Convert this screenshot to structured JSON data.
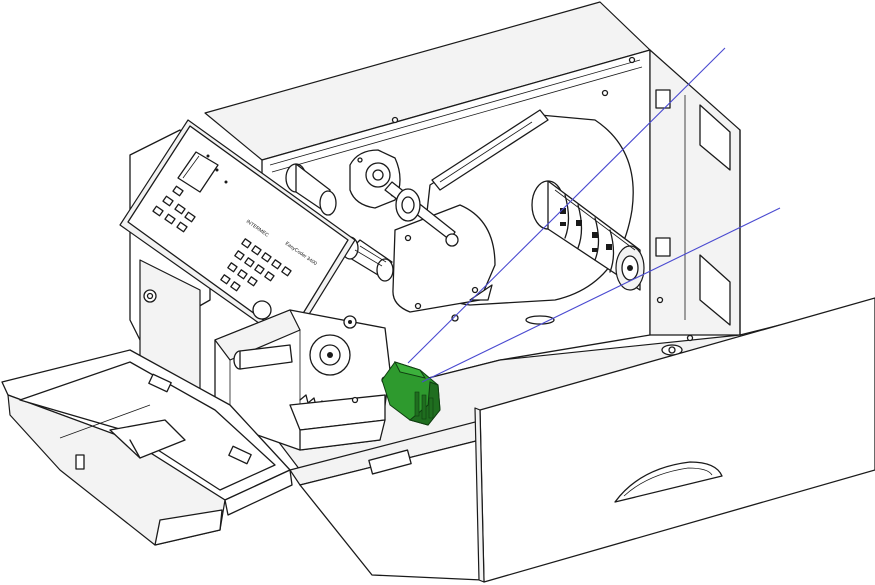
{
  "figure": {
    "panel_brand_text": "INTERMEC",
    "panel_model_text": "EasyCoder 3400",
    "colors": {
      "line": "#1a1a1a",
      "callout": "#4a4ad0",
      "highlight": "#2e9a2e",
      "highlight_dark": "#1f6e1f"
    },
    "callout_count": 2
  }
}
